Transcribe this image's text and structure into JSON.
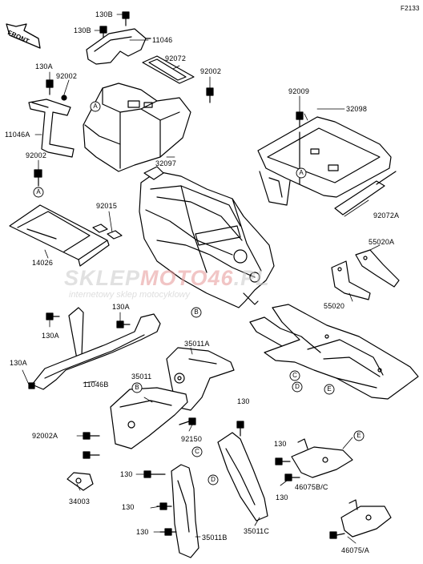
{
  "diagram_code": "F2133",
  "front_arrow_text": "FRONT",
  "watermark": {
    "main_a": "SKLEP",
    "main_b": "MOTO46",
    "main_c": ".PL",
    "sub": "internetowy sklep motocyklowy"
  },
  "colors": {
    "line": "#000000",
    "watermark_gray": "#c8c8c8",
    "watermark_red": "#e69696"
  },
  "part_labels": [
    {
      "id": "p130b-1",
      "text": "130B"
    },
    {
      "id": "p130b-2",
      "text": "130B"
    },
    {
      "id": "p11046",
      "text": "11046"
    },
    {
      "id": "p130a-1",
      "text": "130A"
    },
    {
      "id": "p92002-1",
      "text": "92002"
    },
    {
      "id": "p92072",
      "text": "92072"
    },
    {
      "id": "p92002-2",
      "text": "92002"
    },
    {
      "id": "p11046a",
      "text": "11046A"
    },
    {
      "id": "p92002-3",
      "text": "92002"
    },
    {
      "id": "p92009",
      "text": "92009"
    },
    {
      "id": "p32098",
      "text": "32098"
    },
    {
      "id": "p32097",
      "text": "32097"
    },
    {
      "id": "p92015",
      "text": "92015"
    },
    {
      "id": "p92072a",
      "text": "92072A"
    },
    {
      "id": "p14026",
      "text": "14026"
    },
    {
      "id": "p55020a",
      "text": "55020A"
    },
    {
      "id": "p55020",
      "text": "55020"
    },
    {
      "id": "p130a-2",
      "text": "130A"
    },
    {
      "id": "p130a-3",
      "text": "130A"
    },
    {
      "id": "p35011a",
      "text": "35011A"
    },
    {
      "id": "p130a-4",
      "text": "130A"
    },
    {
      "id": "p11046b",
      "text": "11046B"
    },
    {
      "id": "p35011",
      "text": "35011"
    },
    {
      "id": "p130-1",
      "text": "130"
    },
    {
      "id": "p92150",
      "text": "92150"
    },
    {
      "id": "p130-2",
      "text": "130"
    },
    {
      "id": "p92002a",
      "text": "92002A"
    },
    {
      "id": "p130-3",
      "text": "130"
    },
    {
      "id": "p130-4",
      "text": "130"
    },
    {
      "id": "p34003",
      "text": "34003"
    },
    {
      "id": "p46075bc",
      "text": "46075B/C"
    },
    {
      "id": "p130-5",
      "text": "130"
    },
    {
      "id": "p130-6",
      "text": "130"
    },
    {
      "id": "p35011c",
      "text": "35011C"
    },
    {
      "id": "p130-7",
      "text": "130"
    },
    {
      "id": "p35011b",
      "text": "35011B"
    },
    {
      "id": "p46075a",
      "text": "46075/A"
    }
  ],
  "ref_markers": [
    {
      "id": "m-a1",
      "text": "A"
    },
    {
      "id": "m-a2",
      "text": "A"
    },
    {
      "id": "m-a3",
      "text": "A"
    },
    {
      "id": "m-b1",
      "text": "B"
    },
    {
      "id": "m-b2",
      "text": "B"
    },
    {
      "id": "m-c1",
      "text": "C"
    },
    {
      "id": "m-c2",
      "text": "C"
    },
    {
      "id": "m-d1",
      "text": "D"
    },
    {
      "id": "m-d2",
      "text": "D"
    },
    {
      "id": "m-e1",
      "text": "E"
    },
    {
      "id": "m-e2",
      "text": "E"
    }
  ]
}
